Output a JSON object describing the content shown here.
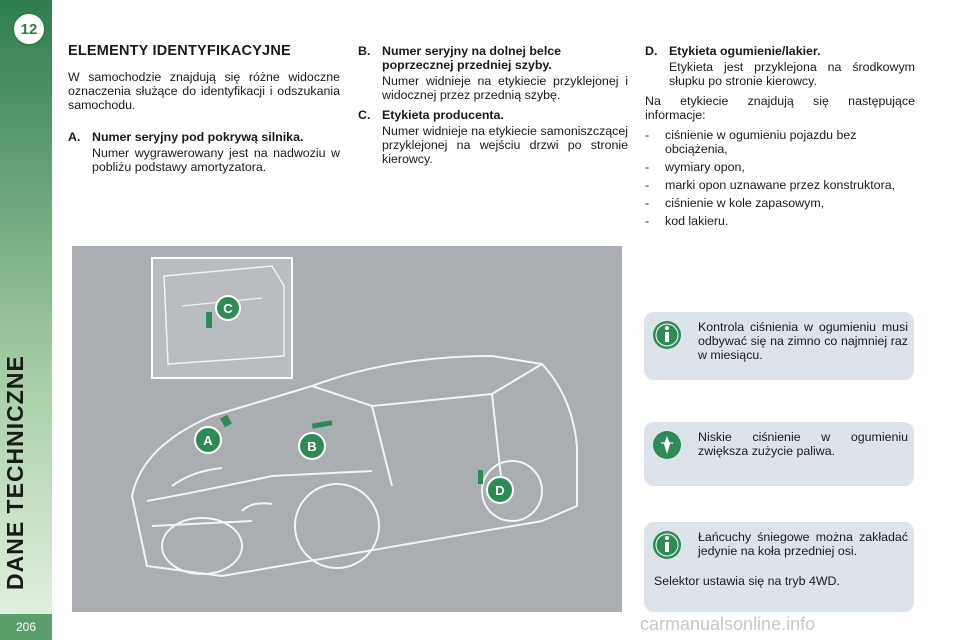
{
  "sidebar": {
    "chapter_number": "12",
    "chapter_title": "DANE TECHNICZNE",
    "page_number": "206"
  },
  "section": {
    "title": "ELEMENTY IDENTYFIKACYJNE",
    "intro": "W samochodzie znajdują się różne wi­doczne oznaczenia służące do identyfi­kacji i odszukania samochodu."
  },
  "items": {
    "a": {
      "letter": "A.",
      "title": "Numer seryjny pod pokrywą silnika.",
      "body": "Numer wygrawerowany jest na nad­woziu w pobliżu podstawy amorty­zatora."
    },
    "b": {
      "letter": "B.",
      "title": "Numer seryjny na dolnej belce poprzecznej przedniej szyby.",
      "body": "Numer widnieje na etykiecie przy­klejonej i widocznej przez przednią szybę."
    },
    "c": {
      "letter": "C.",
      "title": "Etykieta producenta.",
      "body": "Numer widnieje na etykiecie samo­niszczącej przyklejonej na wejściu drzwi po stronie kierowcy."
    },
    "d": {
      "letter": "D.",
      "title": "Etykieta ogumienie/lakier.",
      "body": "Etykieta jest przyklejona na środko­wym słupku po stronie kierowcy."
    }
  },
  "info_intro": "Na etykiecie znajdują się następujące informacje:",
  "info_list": [
    "ciśnienie w ogumieniu pojazdu bez obciążenia,",
    "wymiary opon,",
    "marki opon uznawane przez kon­struktora,",
    "ciśnienie w kole zapasowym,",
    "kod lakieru."
  ],
  "illustration": {
    "markers": [
      "A",
      "B",
      "C",
      "D"
    ]
  },
  "notes": [
    {
      "icon": "info-icon",
      "text": "Kontrola ciśnienia w ogu­mieniu musi odbywać się na zimno co najmniej raz w mie­siącu."
    },
    {
      "icon": "eco-icon",
      "text": "Niskie ciśnienie w ogumieniu zwiększa zużycie paliwa."
    },
    {
      "icon": "info-icon",
      "text": "Łańcuchy śniegowe moż­na zakładać jedynie na koła przedniej osi.",
      "extra": "Selektor ustawia się na tryb 4WD."
    }
  ],
  "watermark": "carmanualsonline.info",
  "colors": {
    "sidebar_green": "#2e7d4f",
    "note_bg": "#dde3ea",
    "marker_green": "#2e8b57",
    "illustration_bg": "#aaadb1"
  }
}
